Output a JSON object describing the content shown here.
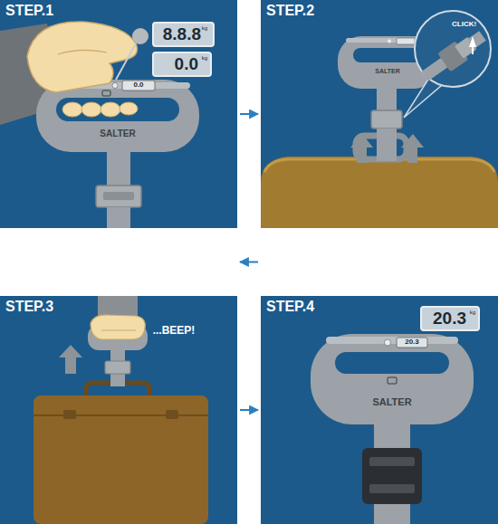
{
  "diagram": {
    "nodes": [
      {
        "text": [
          "STEP.1"
        ]
      },
      {
        "text": [
          "STEP.2"
        ]
      },
      {
        "text": [
          "STEP.3"
        ]
      },
      {
        "text": [
          "STEP.4"
        ]
      },
      {
        "text": [
          "8.8.8"
        ],
        "in": 0
      },
      {
        "text": [
          "0.0"
        ],
        "in": 0
      },
      {
        "text": [
          "CLICK!"
        ],
        "in": 1
      },
      {
        "text": [
          "20.3"
        ],
        "in": 3
      }
    ],
    "edges": [
      {
        "from": 0,
        "to": 1,
        "arrow": "to"
      },
      {
        "from": 1,
        "to": 2,
        "arrow": "to"
      },
      {
        "from": 2,
        "to": 3,
        "arrow": "to"
      }
    ],
    "labels": [
      "SALTER",
      "0.0",
      "SALTER",
      "...BEEP!",
      "SALTER",
      "20.3",
      "kg",
      "kg",
      "kg"
    ]
  }
}
